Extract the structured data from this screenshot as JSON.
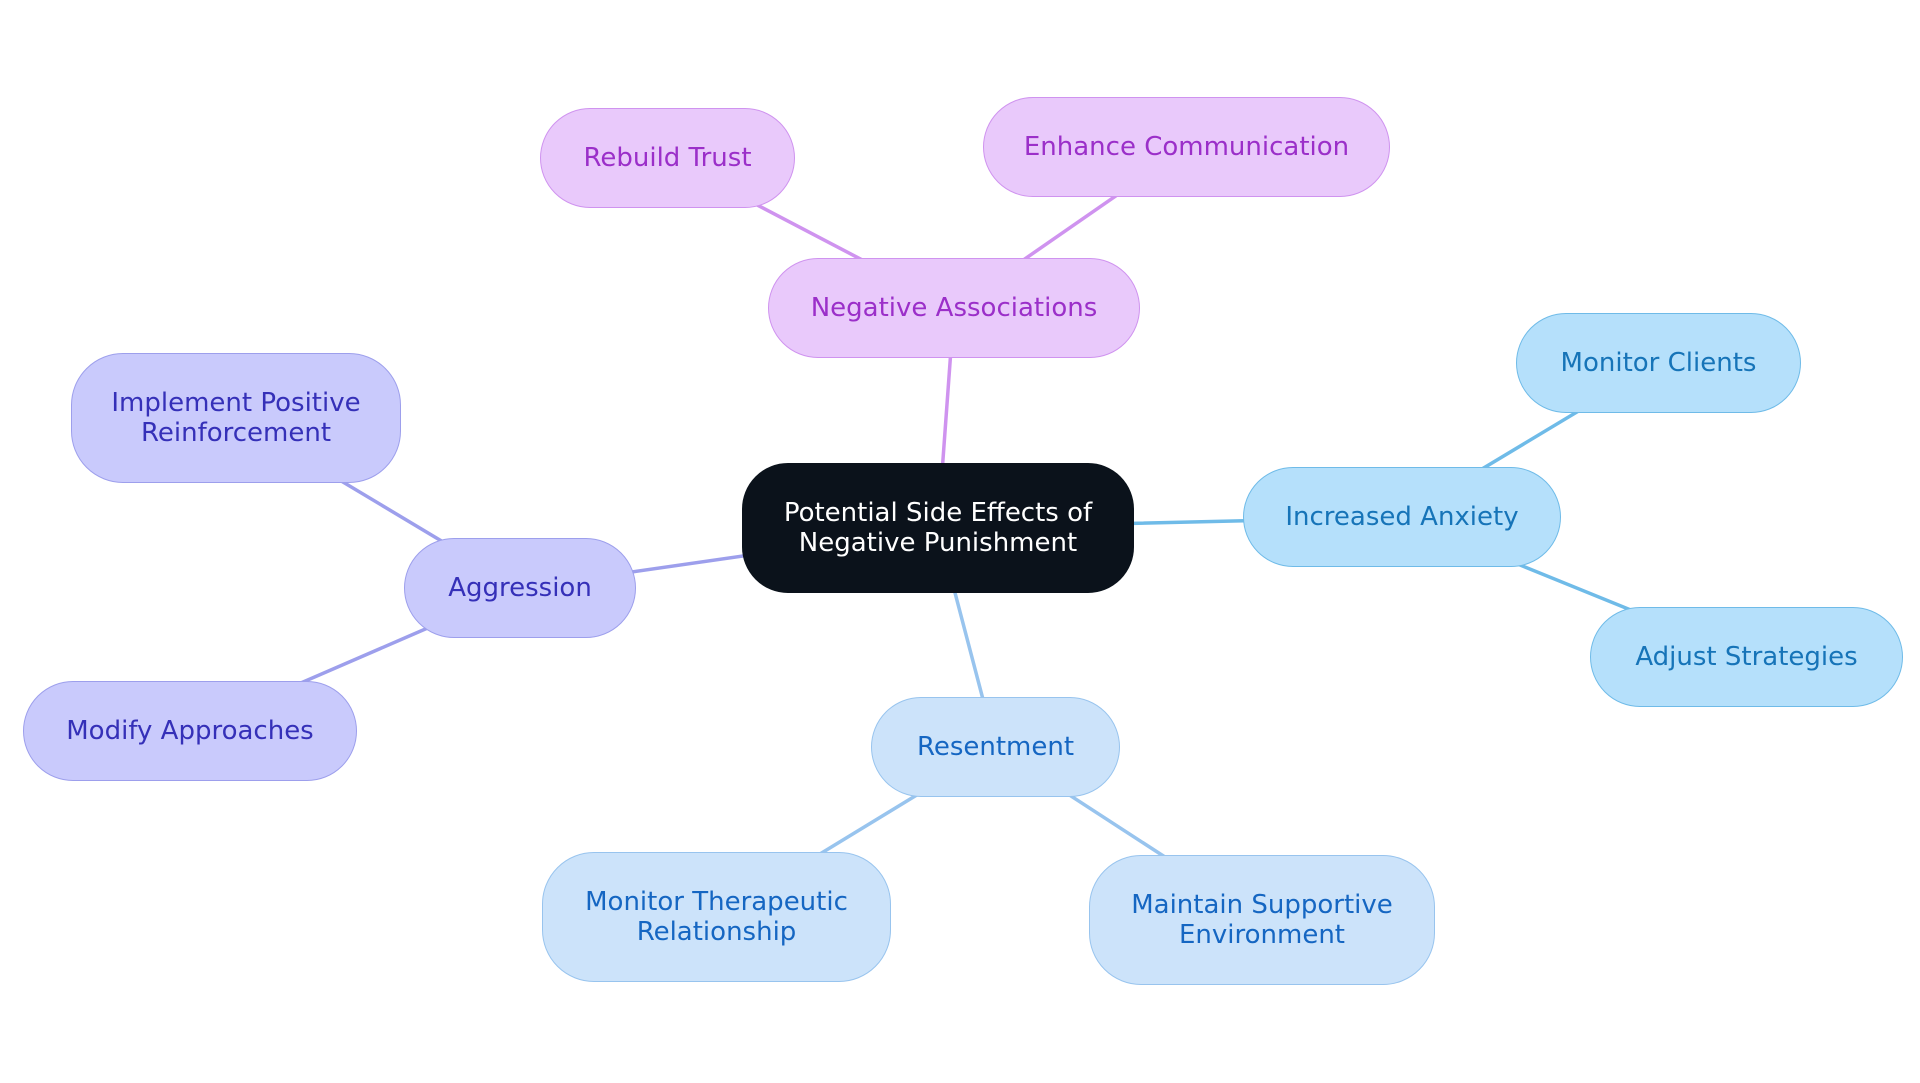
{
  "theme": {
    "root": {
      "fill": "#0b121b",
      "border": "#0b121b",
      "text": "#ffffff"
    },
    "purple": {
      "fill": "#e9c9fb",
      "border": "#cf93ef",
      "text": "#9b2fc9",
      "line": "#cf93ef"
    },
    "sky": {
      "fill": "#b5e0fb",
      "border": "#6fbbe8",
      "text": "#1674b8",
      "line": "#6fbbe8"
    },
    "pale": {
      "fill": "#cce3fa",
      "border": "#98c4ee",
      "text": "#1566c2",
      "line": "#98c4ee"
    },
    "lavender": {
      "fill": "#c9cafc",
      "border": "#9d9fec",
      "text": "#3530b8",
      "line": "#9d9fec"
    }
  },
  "nodes": {
    "root": {
      "label": "Potential Side Effects of\nNegative Punishment",
      "theme": "root"
    },
    "negative_associations": {
      "label": "Negative Associations",
      "theme": "purple"
    },
    "rebuild_trust": {
      "label": "Rebuild Trust",
      "theme": "purple"
    },
    "enhance_communication": {
      "label": "Enhance Communication",
      "theme": "purple"
    },
    "increased_anxiety": {
      "label": "Increased Anxiety",
      "theme": "sky"
    },
    "monitor_clients": {
      "label": "Monitor Clients",
      "theme": "sky"
    },
    "adjust_strategies": {
      "label": "Adjust Strategies",
      "theme": "sky"
    },
    "resentment": {
      "label": "Resentment",
      "theme": "pale"
    },
    "monitor_therapeutic": {
      "label": "Monitor Therapeutic\nRelationship",
      "theme": "pale"
    },
    "maintain_supportive": {
      "label": "Maintain Supportive\nEnvironment",
      "theme": "pale"
    },
    "aggression": {
      "label": "Aggression",
      "theme": "lavender"
    },
    "implement_positive": {
      "label": "Implement Positive\nReinforcement",
      "theme": "lavender"
    },
    "modify_approaches": {
      "label": "Modify Approaches",
      "theme": "lavender"
    }
  },
  "edges": [
    {
      "from": "root",
      "to": "negative_associations",
      "theme": "purple"
    },
    {
      "from": "negative_associations",
      "to": "rebuild_trust",
      "theme": "purple"
    },
    {
      "from": "negative_associations",
      "to": "enhance_communication",
      "theme": "purple"
    },
    {
      "from": "root",
      "to": "increased_anxiety",
      "theme": "sky"
    },
    {
      "from": "increased_anxiety",
      "to": "monitor_clients",
      "theme": "sky"
    },
    {
      "from": "increased_anxiety",
      "to": "adjust_strategies",
      "theme": "sky"
    },
    {
      "from": "root",
      "to": "resentment",
      "theme": "pale"
    },
    {
      "from": "resentment",
      "to": "monitor_therapeutic",
      "theme": "pale"
    },
    {
      "from": "resentment",
      "to": "maintain_supportive",
      "theme": "pale"
    },
    {
      "from": "root",
      "to": "aggression",
      "theme": "lavender"
    },
    {
      "from": "aggression",
      "to": "implement_positive",
      "theme": "lavender"
    },
    {
      "from": "aggression",
      "to": "modify_approaches",
      "theme": "lavender"
    }
  ]
}
